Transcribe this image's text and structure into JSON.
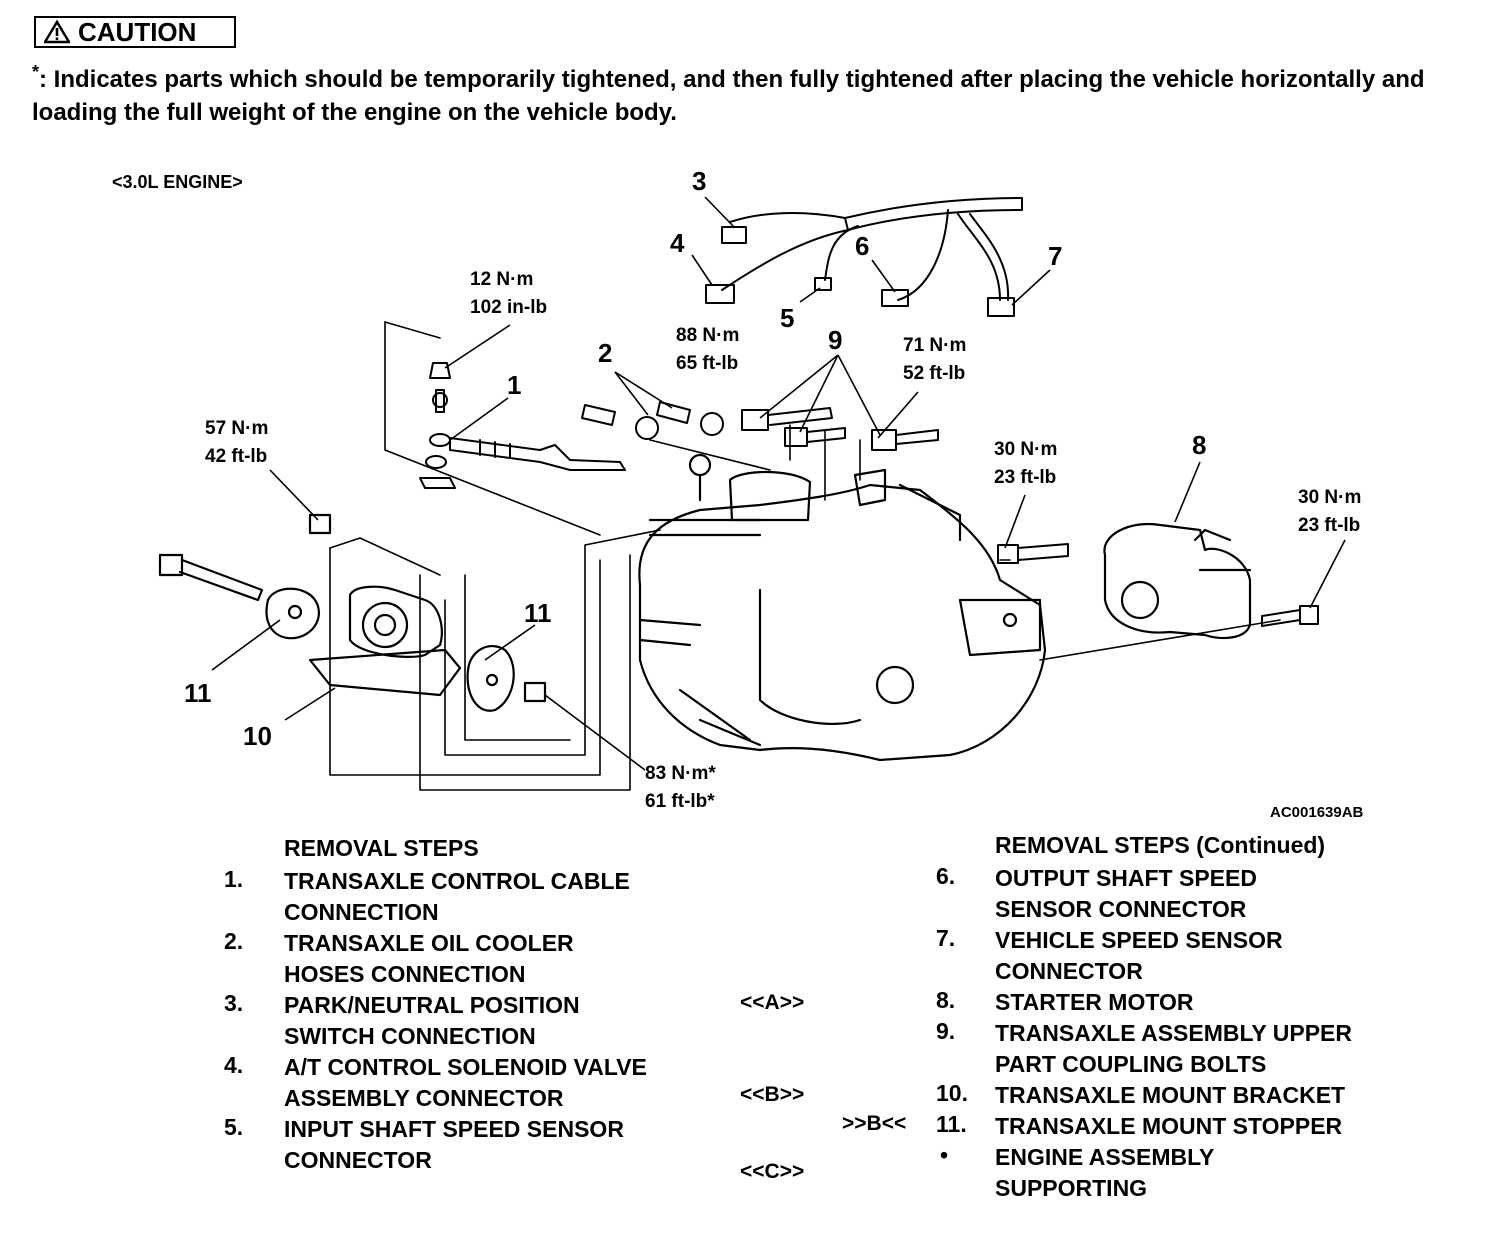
{
  "caution": {
    "label": "CAUTION",
    "asterisk": "*",
    "note": ": Indicates parts which should be temporarily tightened, and then fully tightened after placing the vehicle horizontally and loading the full weight of the engine on the vehicle body."
  },
  "diagram": {
    "engine_label": "<3.0L ENGINE>",
    "code": "AC001639AB",
    "torques": {
      "t1": {
        "line1": "12 N·m",
        "line2": "102 in-lb"
      },
      "t2": {
        "line1": "88 N·m",
        "line2": "65 ft-lb"
      },
      "t3": {
        "line1": "71 N·m",
        "line2": "52 ft-lb"
      },
      "t4": {
        "line1": "57 N·m",
        "line2": "42 ft-lb"
      },
      "t5": {
        "line1": "30 N·m",
        "line2": "23 ft-lb"
      },
      "t6": {
        "line1": "30 N·m",
        "line2": "23 ft-lb"
      },
      "t7": {
        "line1": "83 N·m*",
        "line2": "61 ft-lb*"
      }
    },
    "callouts": {
      "c1": "1",
      "c2": "2",
      "c3": "3",
      "c4": "4",
      "c5": "5",
      "c6": "6",
      "c7": "7",
      "c8": "8",
      "c9": "9",
      "c10": "10",
      "c11a": "11",
      "c11b": "11"
    }
  },
  "steps": {
    "left_title": "REMOVAL STEPS",
    "right_title": "REMOVAL STEPS (Continued)",
    "left": [
      {
        "num": "1.",
        "line1": "TRANSAXLE CONTROL CABLE",
        "line2": "CONNECTION",
        "mark": ""
      },
      {
        "num": "2.",
        "line1": "TRANSAXLE OIL COOLER",
        "line2": "HOSES CONNECTION",
        "mark": ""
      },
      {
        "num": "3.",
        "line1": "PARK/NEUTRAL POSITION",
        "line2": "SWITCH CONNECTION",
        "mark": "<<A>>"
      },
      {
        "num": "4.",
        "line1": "A/T CONTROL SOLENOID VALVE",
        "line2": "ASSEMBLY CONNECTOR",
        "mark": "<<B>>"
      },
      {
        "num": "5.",
        "line1": "INPUT SHAFT SPEED SENSOR",
        "line2": "CONNECTOR",
        "mark": "<<C>>"
      }
    ],
    "right": [
      {
        "num": "6.",
        "line1": "OUTPUT SHAFT SPEED",
        "line2": "SENSOR CONNECTOR",
        "mark": ""
      },
      {
        "num": "7.",
        "line1": "VEHICLE SPEED SENSOR",
        "line2": "CONNECTOR",
        "mark": ""
      },
      {
        "num": "8.",
        "line1": "STARTER MOTOR",
        "line2": "",
        "mark": ""
      },
      {
        "num": "9.",
        "line1": "TRANSAXLE ASSEMBLY UPPER",
        "line2": "PART COUPLING BOLTS",
        "mark": ""
      },
      {
        "num": "10.",
        "line1": "TRANSAXLE MOUNT BRACKET",
        "line2": "",
        "mark": ""
      },
      {
        "num": "11.",
        "line1": "TRANSAXLE MOUNT STOPPER",
        "line2": "",
        "mark": ">>B<<"
      },
      {
        "num": "•",
        "line1": "ENGINE ASSEMBLY",
        "line2": "SUPPORTING",
        "mark": ""
      }
    ]
  }
}
